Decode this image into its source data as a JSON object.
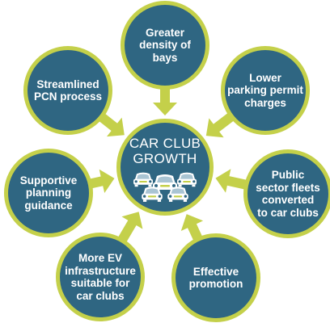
{
  "colors": {
    "circle_fill": "#2f6682",
    "circle_border": "#c4d04a",
    "arrow": "#c4d04a",
    "text": "#ffffff"
  },
  "hub": {
    "lines": [
      "CAR CLUB",
      "GROWTH"
    ],
    "icon": "car-group-icon"
  },
  "satellites": [
    {
      "id": "density",
      "lines": [
        "Greater",
        "density of",
        "bays"
      ]
    },
    {
      "id": "permit",
      "lines": [
        "Lower",
        "parking permit",
        "charges"
      ]
    },
    {
      "id": "fleets",
      "lines": [
        "Public",
        "sector fleets",
        "converted",
        "to car clubs"
      ]
    },
    {
      "id": "promotion",
      "lines": [
        "Effective",
        "promotion"
      ]
    },
    {
      "id": "ev",
      "lines": [
        "More EV",
        "infrastructure",
        "suitable for",
        "car clubs"
      ]
    },
    {
      "id": "planning",
      "lines": [
        "Supportive",
        "planning",
        "guidance"
      ]
    },
    {
      "id": "pcn",
      "lines": [
        "Streamlined",
        "PCN process"
      ]
    }
  ]
}
